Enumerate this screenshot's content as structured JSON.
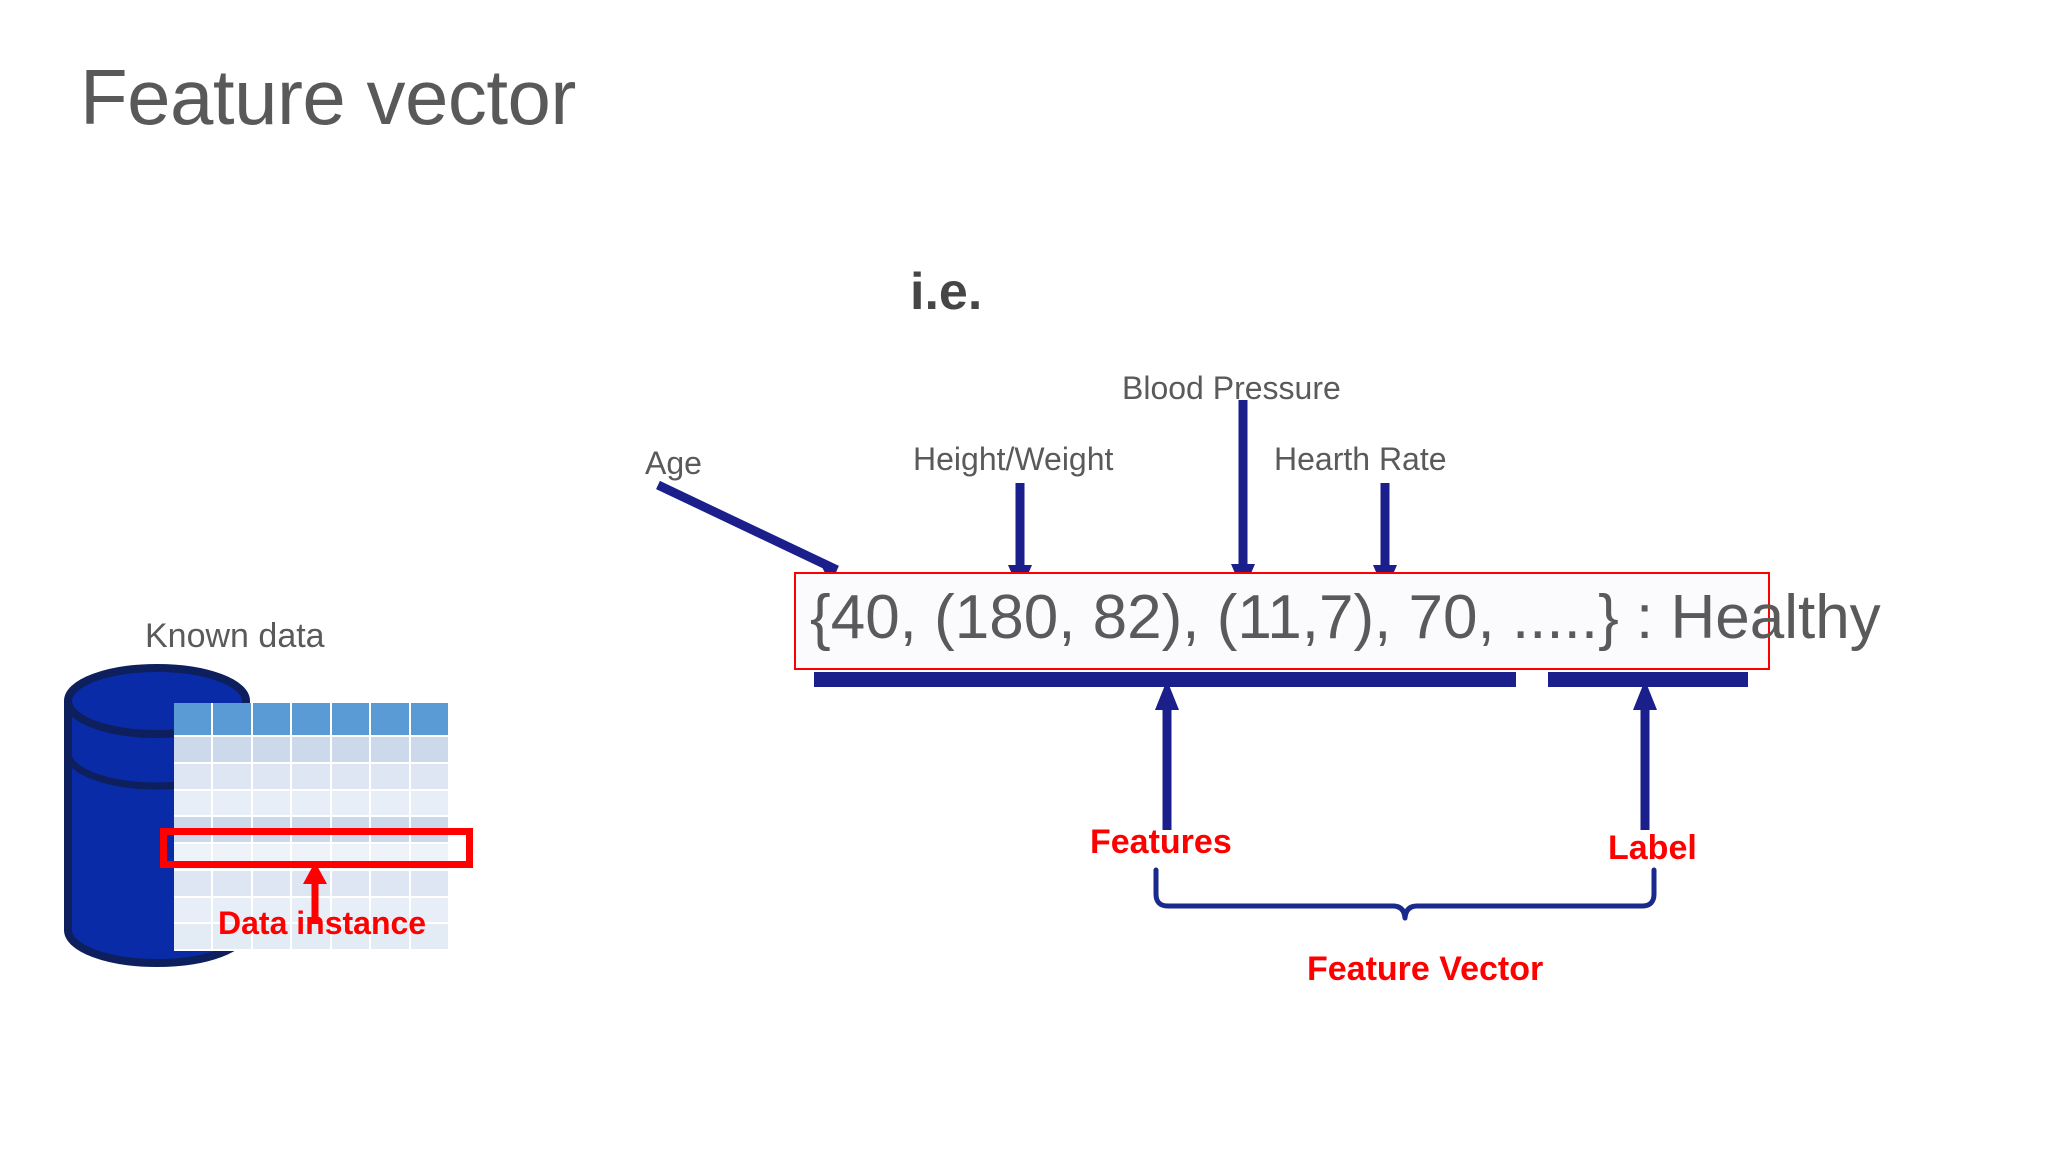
{
  "slide": {
    "title": "Feature vector",
    "ie_marker": "i.e.",
    "background_color": "#ffffff",
    "title_color": "#595959"
  },
  "colors": {
    "navy": "#1a1f8c",
    "red": "#ff0000",
    "gray_text": "#5a5a5a",
    "db_fill": "#0a2ba8",
    "db_outline": "#0d1f5c",
    "table_header": "#5b9bd5",
    "table_row": "#dde6f2"
  },
  "known_data": {
    "caption": "Known data",
    "highlight_caption": "Data instance",
    "table": {
      "columns": 7,
      "header_row": true,
      "body_rows": 8,
      "highlighted_row_index": 5
    }
  },
  "feature_vector": {
    "expression": "{40, (180, 82), (11,7), 70, .....} : Healthy",
    "features_part": "{40, (180, 82), (11,7), 70, .....}",
    "separator": ":",
    "label_value": "Healthy",
    "box_border_color": "#ff0000"
  },
  "annotations": {
    "feature_labels": [
      {
        "name": "age",
        "text": "Age"
      },
      {
        "name": "height-weight",
        "text": "Height/Weight"
      },
      {
        "name": "blood-pressure",
        "text": "Blood Pressure"
      },
      {
        "name": "hearth-rate",
        "text": "Hearth Rate"
      }
    ],
    "features_label": "Features",
    "label_label": "Label",
    "feature_vector_label": "Feature Vector"
  }
}
